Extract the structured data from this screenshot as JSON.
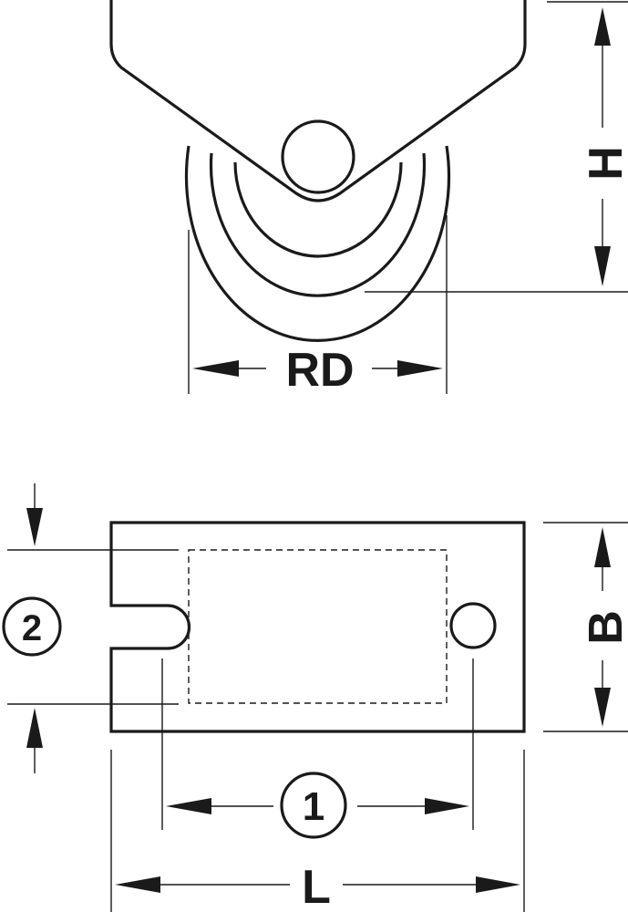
{
  "labels": {
    "height": "H",
    "wheel_diameter": "RD",
    "plate_width": "B",
    "plate_length": "L",
    "hole_spacing": "1",
    "slot_spacing": "2"
  },
  "colors": {
    "line": "#1a1a1a",
    "background": "#ffffff"
  }
}
